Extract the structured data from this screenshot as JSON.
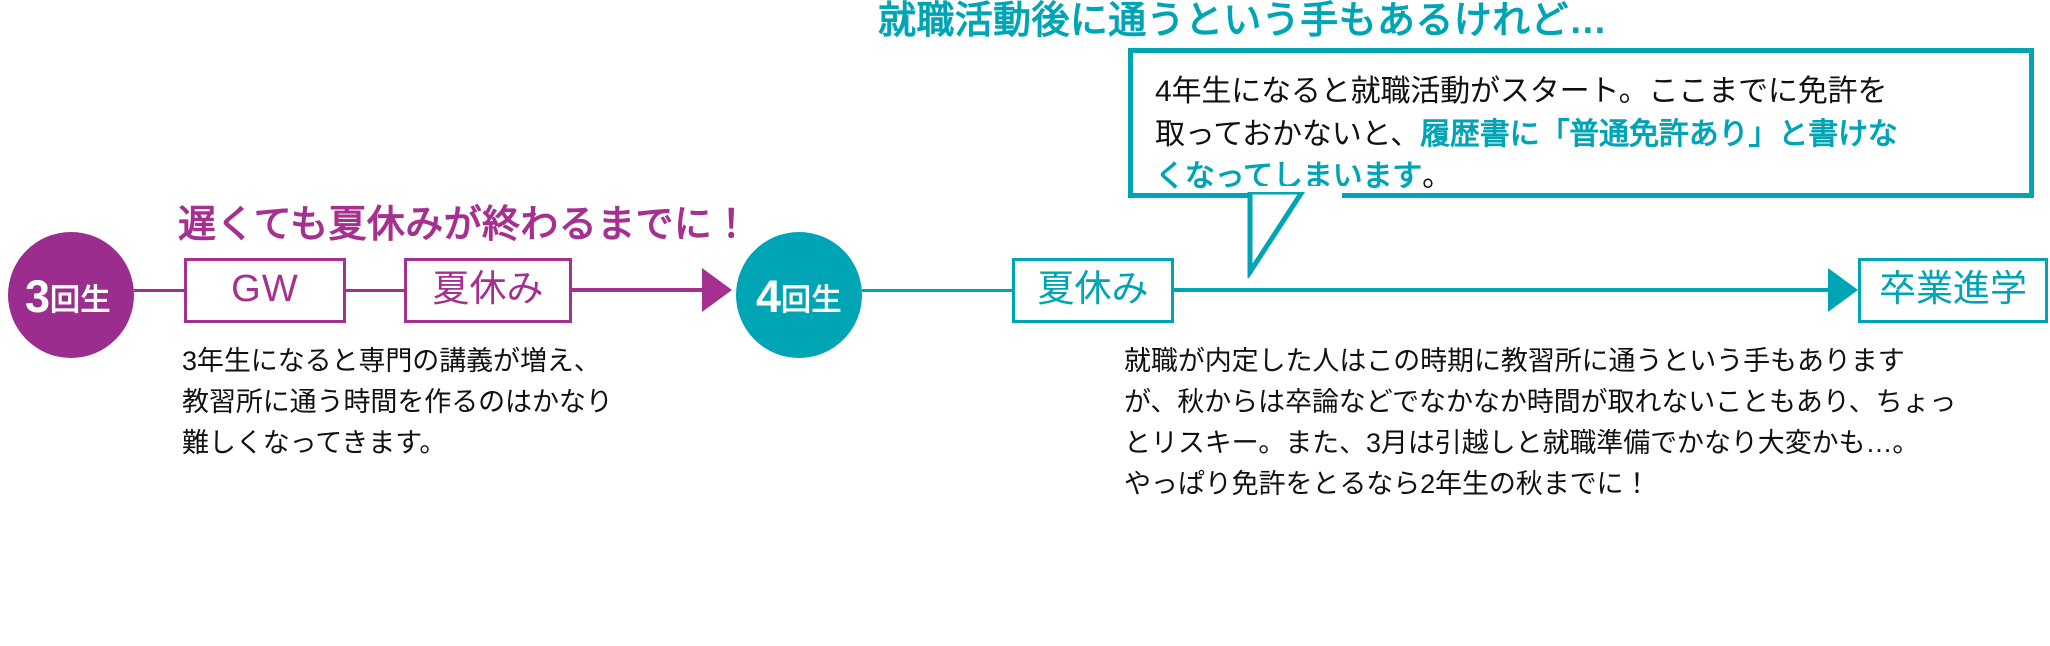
{
  "colors": {
    "purple": "#A6308F",
    "purple_circle": "#9B2D8E",
    "teal": "#00A5B5",
    "text": "#111111"
  },
  "left_track": {
    "headline": "遅くても夏休みが終わるまでに！",
    "circle": {
      "number": "3",
      "unit": "回生"
    },
    "stages": [
      {
        "label": "GW",
        "script": "latin"
      },
      {
        "label": "夏休み",
        "script": "japanese"
      }
    ],
    "body": "3年生になると専門の講義が増え、\n教習所に通う時間を作るのはかなり\n難しくなってきます。"
  },
  "right_track": {
    "headline": "就職活動後に通うという手もあるけれど…",
    "circle": {
      "number": "4",
      "unit": "回生"
    },
    "stages": [
      {
        "label": "夏休み",
        "script": "japanese"
      },
      {
        "label": "卒業進学",
        "script": "japanese"
      }
    ],
    "callout": {
      "line1": "4年生になると就職活動がスタート。ここまでに免許を",
      "line2_plain": "取っておかないと、",
      "line2_highlight": "履歴書に「普通免許あり」と書けな",
      "line3_highlight": "くなってしまいます",
      "line3_plain": "。"
    },
    "body": "就職が内定した人はこの時期に教習所に通うという手もあります\nが、秋からは卒論などでなかなか時間が取れないこともあり、ちょっ\nとリスキー。また、3月は引越しと就職準備でかなり大変かも…。\nやっぱり免許をとるなら2年生の秋までに！"
  }
}
